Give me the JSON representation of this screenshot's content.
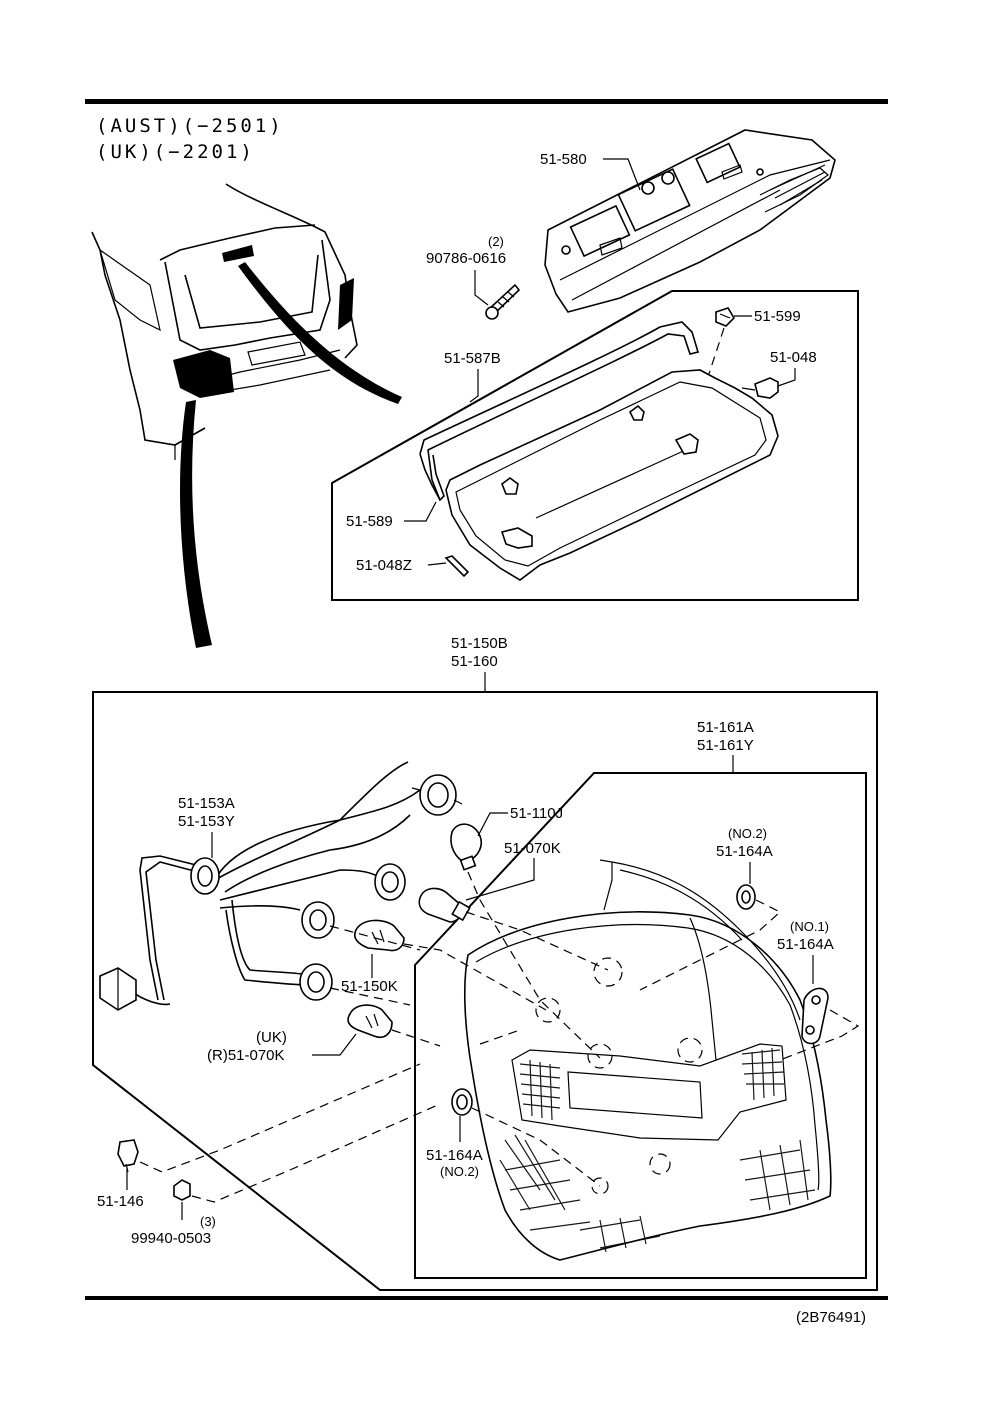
{
  "header": {
    "variant_line_1": "(AUST)(−2501)",
    "variant_line_2": "(UK)(−2201)"
  },
  "footer": {
    "drawing_number": "(2B76491)"
  },
  "parts": {
    "p51_580": "51-580",
    "p90786_qty": "(2)",
    "p90786_0616": "90786-0616",
    "p51_599": "51-599",
    "p51_587b": "51-587B",
    "p51_048": "51-048",
    "p51_589": "51-589",
    "p51_048z": "51-048Z",
    "p51_150b": "51-150B",
    "p51_160": "51-160",
    "p51_161a": "51-161A",
    "p51_161y": "51-161Y",
    "p51_153a": "51-153A",
    "p51_153y": "51-153Y",
    "p51_110j": "51-110J",
    "p51_070k": "51-070K",
    "p51_164a_no2_top_qual": "(NO.2)",
    "p51_164a_no2_top": "51-164A",
    "p51_164a_no1_qual": "(NO.1)",
    "p51_164a_no1": "51-164A",
    "p51_150k": "51-150K",
    "uk_qual": "(UK)",
    "p51_070k_r": "(R)51-070K",
    "p51_164a_no2_bottom": "51-164A",
    "p51_164a_no2_bottom_qual": "(NO.2)",
    "p51_146": "51-146",
    "p99940_qty": "(3)",
    "p99940_0503": "99940-0503"
  }
}
